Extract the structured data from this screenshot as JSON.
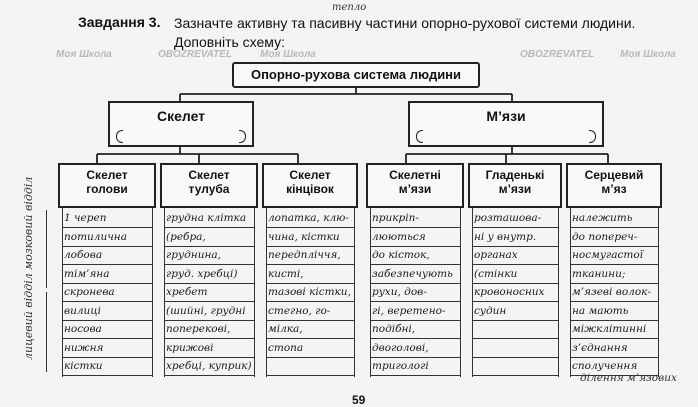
{
  "task": {
    "label": "Завдання 3.",
    "text_line1": "Зазначте активну та пасивну частини опорно-рухової системи людини.",
    "text_line2": "Доповніть схему:"
  },
  "handwritten_top": "тепло",
  "root": "Опорно-рухова система людини",
  "groups": [
    {
      "id": "skeleton",
      "title": "Скелет"
    },
    {
      "id": "muscles",
      "title": "М’язи"
    }
  ],
  "columns": [
    {
      "title_line1": "Скелет",
      "title_line2": "голови",
      "cells": [
        "1 череп",
        "потилична",
        "лобова",
        "тім’яна",
        "скронева",
        "вилиці",
        "носова",
        "нижня",
        "кістки"
      ]
    },
    {
      "title_line1": "Скелет",
      "title_line2": "тулуба",
      "cells": [
        "грудна клітка",
        "(ребра,",
        "груднина,",
        "груд. хребці)",
        "хребет",
        "(шийні, грудні",
        "поперекові,",
        "крижові",
        "хребці, куприк)"
      ]
    },
    {
      "title_line1": "Скелет",
      "title_line2": "кінцівок",
      "cells": [
        "лопатка, клю-",
        "чина, кістки",
        "передпліччя,",
        "кисті,",
        "тазові кістки,",
        "стегно, го-",
        "мілка,",
        "стопа",
        ""
      ]
    },
    {
      "title_line1": "Скелетні",
      "title_line2": "м’язи",
      "cells": [
        "прикріп-",
        "люються",
        "до кісток,",
        "забезпечують",
        "рухи, дов-",
        "гі, веретено-",
        "подібні,",
        "двоголові,",
        "тригологі"
      ]
    },
    {
      "title_line1": "Гладенькі",
      "title_line2": "м’язи",
      "cells": [
        "розташова-",
        "ні у внутр.",
        "органах",
        "(стінки",
        "кровоносних",
        "судин",
        "",
        "",
        ""
      ]
    },
    {
      "title_line1": "Серцевий",
      "title_line2": "м’яз",
      "cells": [
        "належить",
        "до попереч-",
        "носмугастої",
        "тканини;",
        "м’язеві волок-",
        "на мають",
        "міжклітинні",
        "з’єднання",
        "сполучення"
      ]
    }
  ],
  "bottom_note": "ділення м’язових",
  "side_notes": {
    "upper": "мозковий відділ",
    "lower": "лицевий відділ"
  },
  "page_number": "59",
  "watermarks": [
    "Моя Школа",
    "OBOZREVATEL"
  ]
}
